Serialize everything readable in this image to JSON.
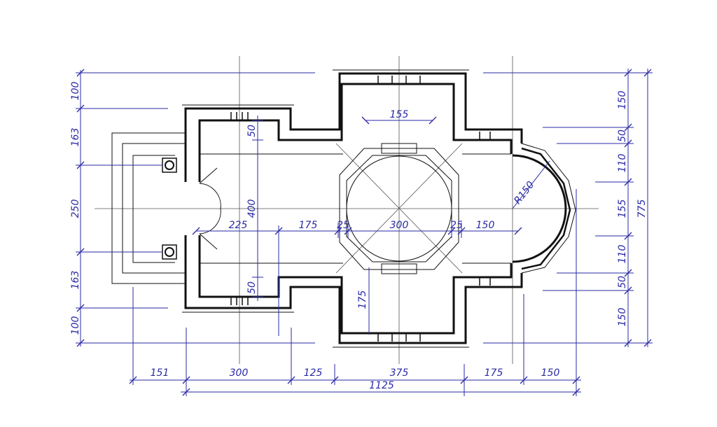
{
  "colors": {
    "wall": "#111111",
    "dimension": "#2a2aa6",
    "axis": "#555555",
    "background": "#ffffff"
  },
  "dimensions": {
    "left_column": [
      "100",
      "163",
      "250",
      "163",
      "100"
    ],
    "right_column": [
      "150",
      "50",
      "110",
      "155",
      "110",
      "50",
      "150"
    ],
    "right_total": "775",
    "bottom_row": [
      "151",
      "300",
      "125",
      "375",
      "175",
      "150"
    ],
    "bottom_total": "1125",
    "center_row": [
      "225",
      "175",
      "25",
      "300",
      "25",
      "150"
    ],
    "vestibule_width": "400",
    "vestibule_top": "50",
    "vestibule_bottom": "50",
    "top_niche": "155",
    "bottom_niche": "175",
    "apse_radius": "R150"
  }
}
